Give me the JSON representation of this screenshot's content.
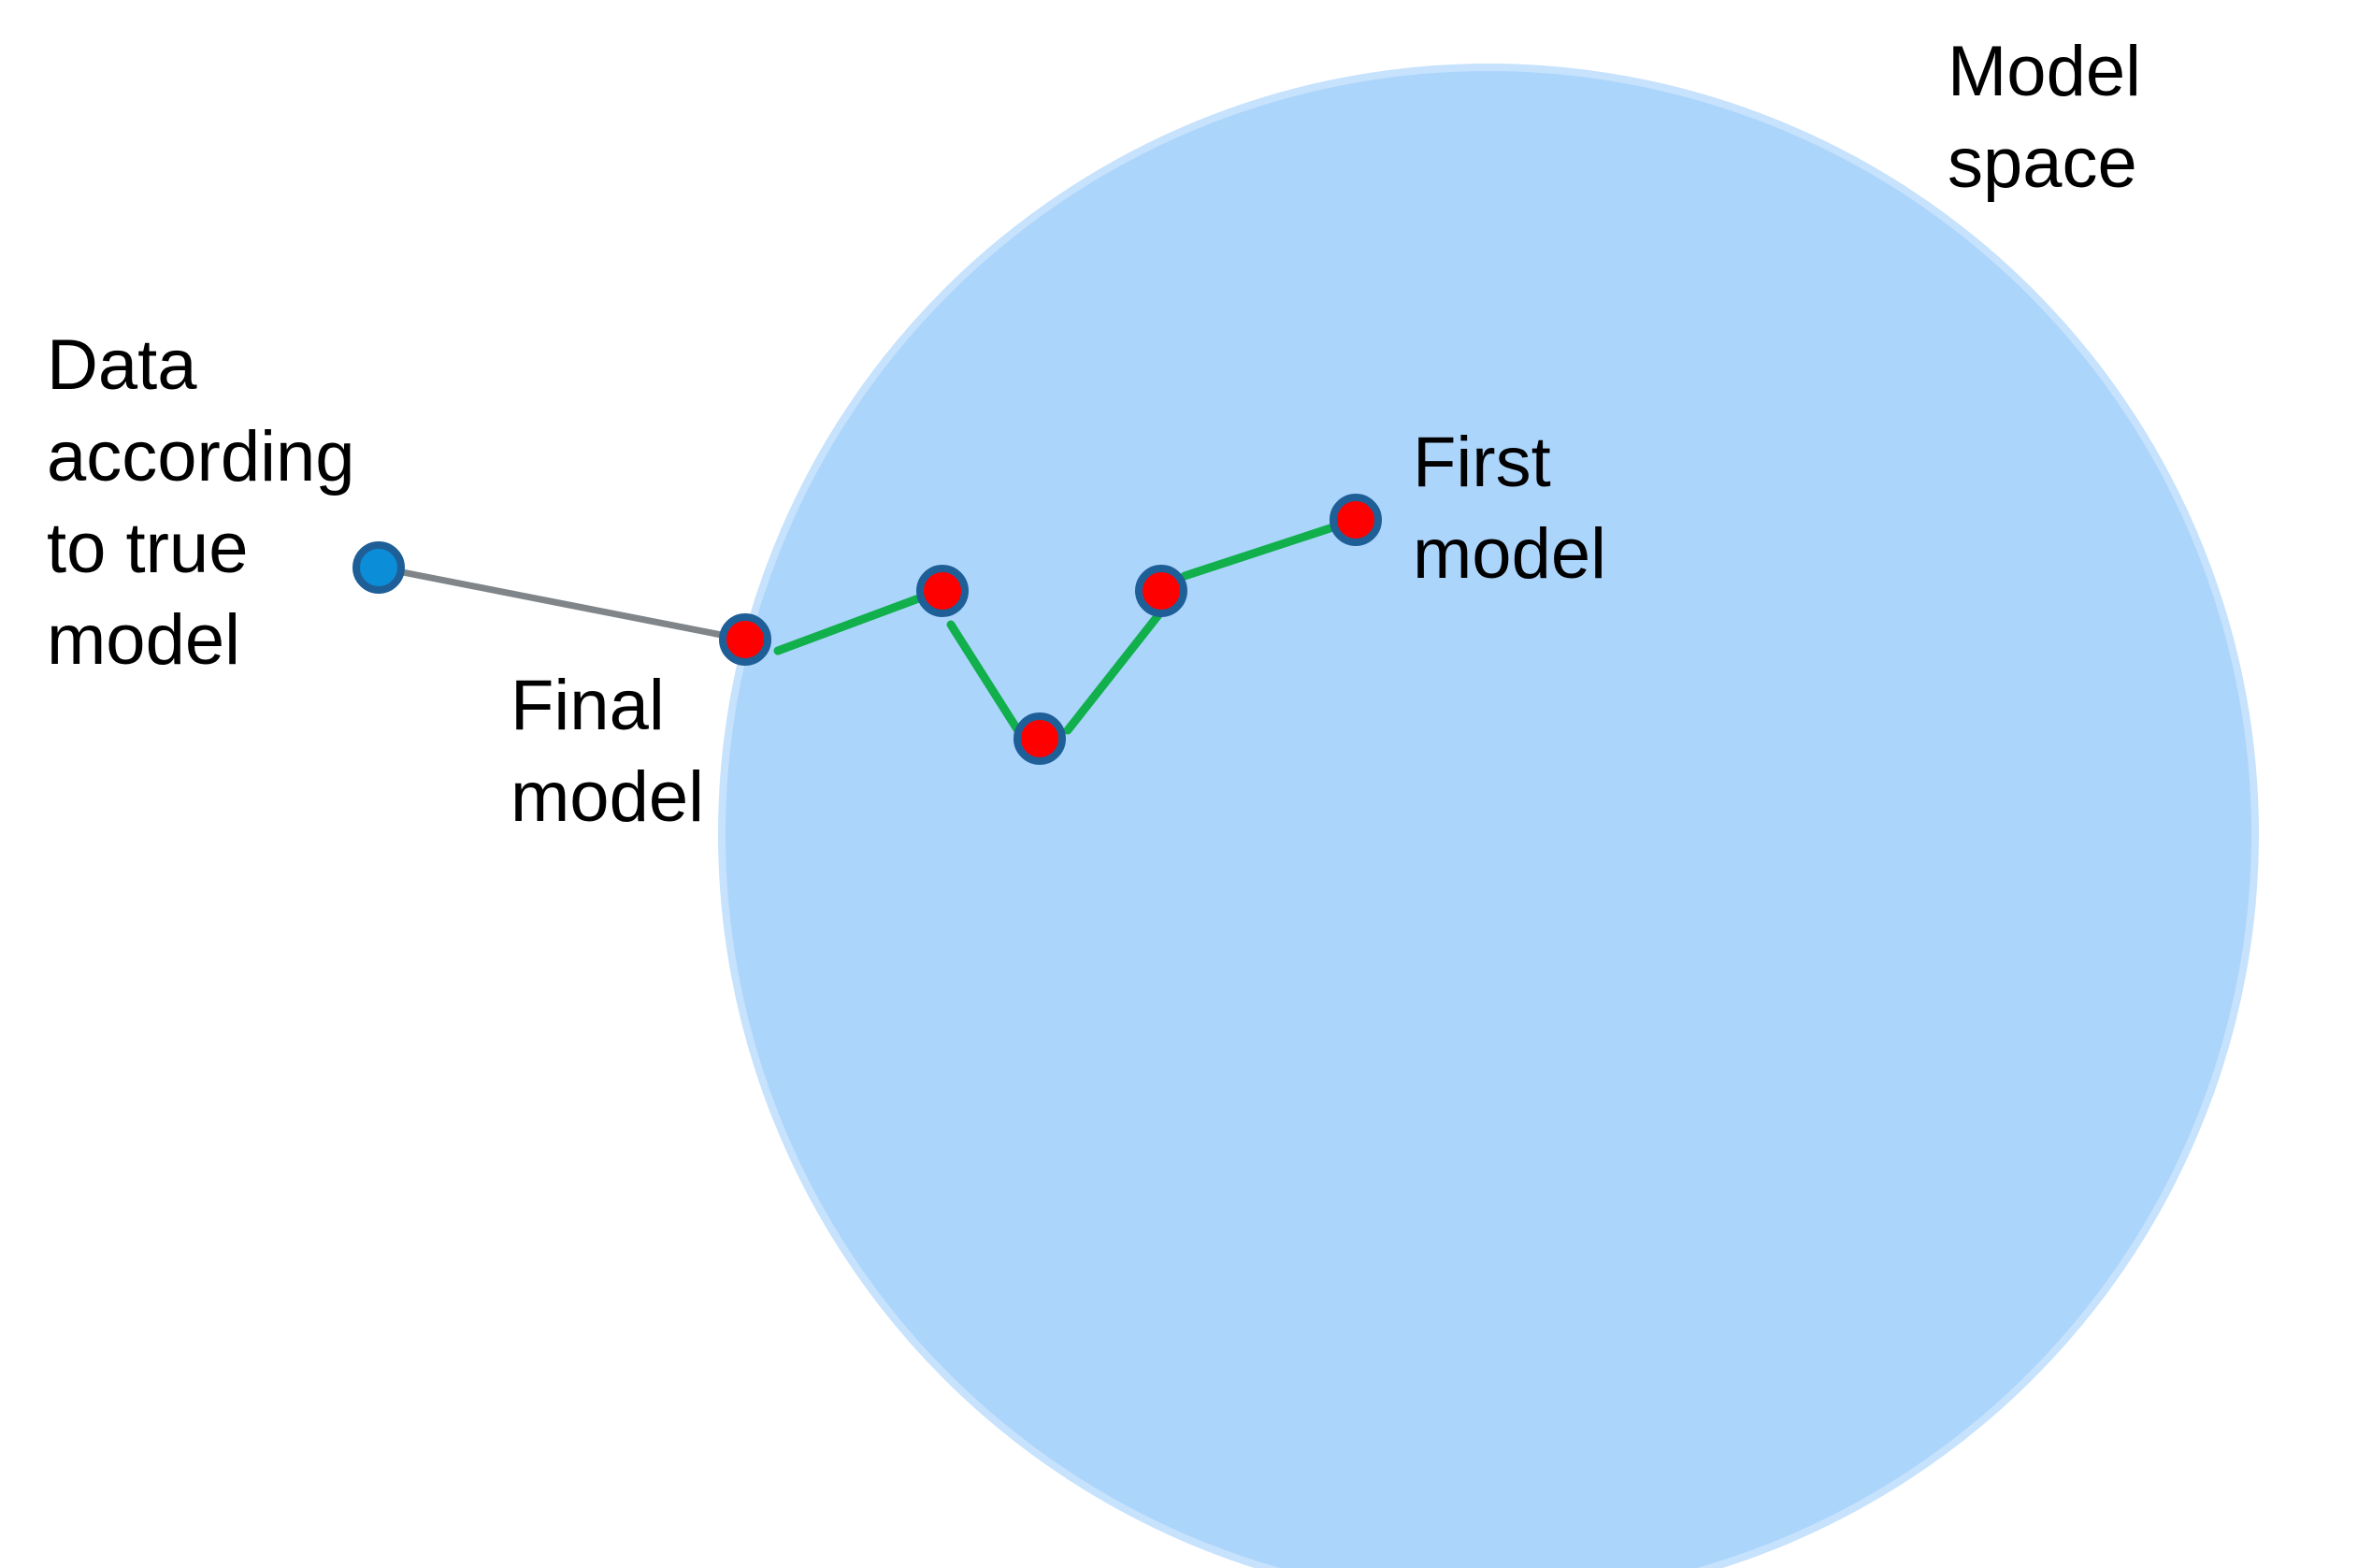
{
  "labels": {
    "model_space": "Model\nspace",
    "data": "Data\naccording\nto true\nmodel",
    "first_model": "First\nmodel",
    "final_model": "Final\nmodel"
  },
  "colors": {
    "model_space_fill": "#acd5fc",
    "model_space_edge": "#c6e2fc",
    "model_point_fill": "#ff0000",
    "point_outline": "#1f5f98",
    "data_point_fill": "#0c8dd8",
    "step_arrow": "#11b04c",
    "distance_line": "#7f8589"
  },
  "nodes": [
    {
      "id": "data",
      "kind": "data"
    },
    {
      "id": "first",
      "kind": "model"
    },
    {
      "id": "m2",
      "kind": "model"
    },
    {
      "id": "m3",
      "kind": "model"
    },
    {
      "id": "m4",
      "kind": "model"
    },
    {
      "id": "final",
      "kind": "model"
    }
  ],
  "edges": [
    {
      "from": "first",
      "to": "m2",
      "kind": "step"
    },
    {
      "from": "m2",
      "to": "m3",
      "kind": "step"
    },
    {
      "from": "m3",
      "to": "m4",
      "kind": "step"
    },
    {
      "from": "m4",
      "to": "final",
      "kind": "step"
    },
    {
      "from": "data",
      "to": "final",
      "kind": "distance"
    }
  ]
}
